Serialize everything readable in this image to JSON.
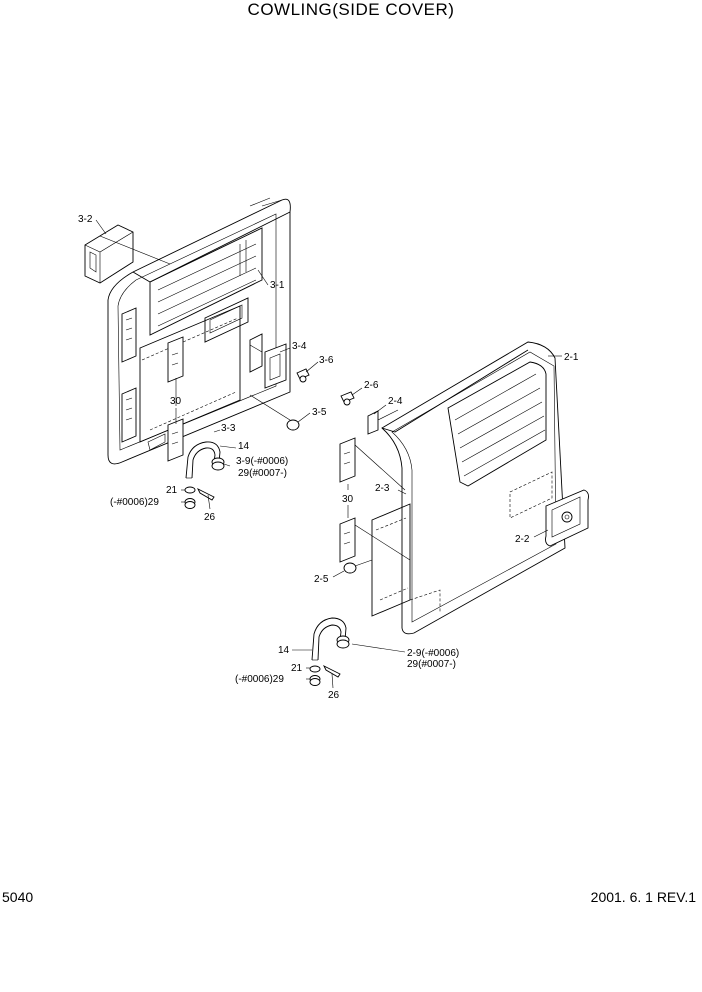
{
  "title": "COWLING(SIDE COVER)",
  "page_number": "5040",
  "revision": "2001. 6. 1 REV.1",
  "callouts": {
    "c3_2": "3-2",
    "c3_1": "3-1",
    "c3_4": "3-4",
    "c3_6": "3-6",
    "c3_5": "3-5",
    "c30_left": "30",
    "c3_3": "3-3",
    "c14_left": "14",
    "c3_9a": "3-9(-#0006)",
    "c3_9b": "29(#0007-)",
    "c21_left": "21",
    "c29_left": "(-#0006)29",
    "c26_left": "26",
    "c2_1": "2-1",
    "c2_6": "2-6",
    "c2_4": "2-4",
    "c2_3": "2-3",
    "c30_right": "30",
    "c2_2": "2-2",
    "c2_5": "2-5",
    "c14_right": "14",
    "c2_9a": "2-9(-#0006)",
    "c2_9b": "29(#0007-)",
    "c21_right": "21",
    "c29_right": "(-#0006)29",
    "c26_right": "26"
  }
}
